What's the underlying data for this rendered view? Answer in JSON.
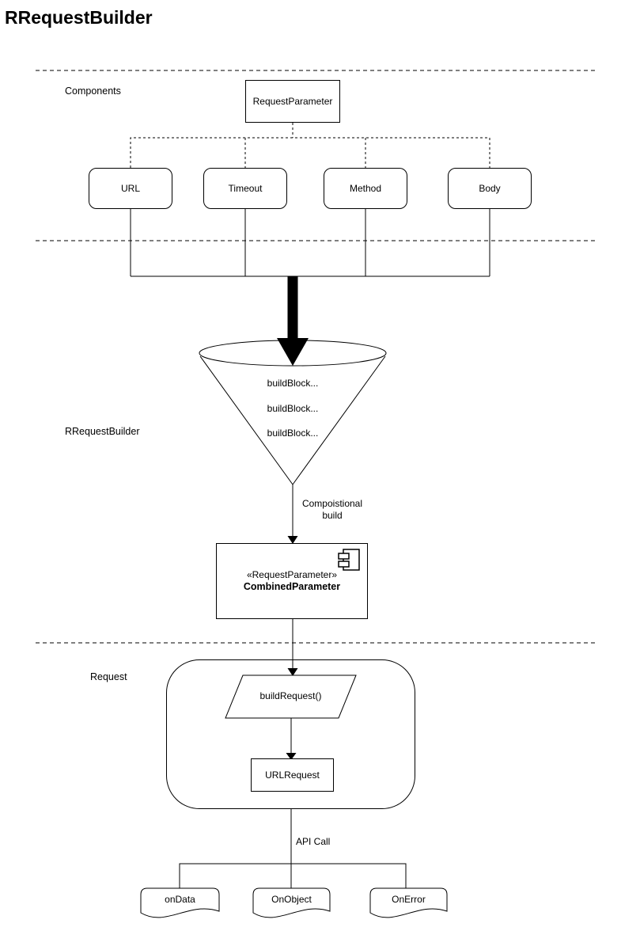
{
  "title": "RRequestBuilder",
  "colors": {
    "stroke": "#000000",
    "background": "#ffffff"
  },
  "sections": {
    "components": "Components",
    "builder": "RRequestBuilder",
    "request": "Request"
  },
  "nodes": {
    "request_parameter": "RequestParameter",
    "children": [
      "URL",
      "Timeout",
      "Method",
      "Body"
    ],
    "funnel_lines": [
      "buildBlock...",
      "buildBlock...",
      "buildBlock..."
    ],
    "build_label": [
      "Compoistional",
      "build"
    ],
    "combined": {
      "stereotype": "«RequestParameter»",
      "name": "CombinedParameter"
    },
    "build_request": "buildRequest()",
    "url_request": "URLRequest",
    "api_call": "API Call",
    "outputs": [
      "onData",
      "OnObject",
      "OnError"
    ]
  }
}
